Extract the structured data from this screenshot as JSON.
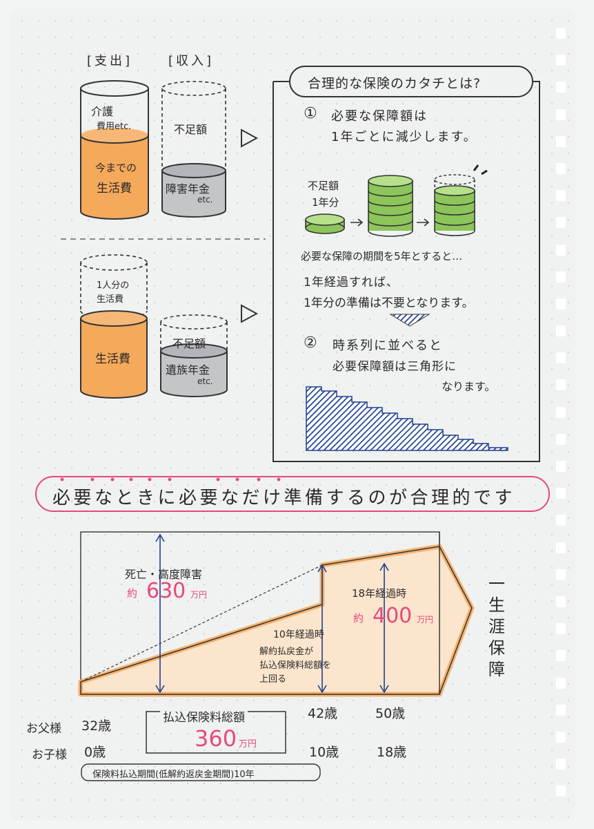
{
  "top_left": {
    "header_expense": "[支出]",
    "header_income": "[収入]",
    "jar_care_line1": "介護",
    "jar_care_line2": "費用etc.",
    "jar_living_line1": "今までの",
    "jar_living_line2": "生活費",
    "jar_shortfall": "不足額",
    "jar_pension_line1": "障害年金",
    "jar_pension_line2": "etc."
  },
  "bottom_left": {
    "jar_oneperson_line1": "1人分の",
    "jar_oneperson_line2": "生活費",
    "jar_living": "生活費",
    "jar_shortfall": "不足額",
    "jar_survivor_line1": "遺族年金",
    "jar_survivor_line2": "etc."
  },
  "panel": {
    "title": "合理的な保険のカタチとは?",
    "point1_num": "①",
    "point1_line1": "必要な保障額は",
    "point1_line2": "1年ごとに減少します。",
    "shortfall_label_line1": "不足額",
    "shortfall_label_line2": "1年分",
    "period_line1": "必要な保障の期間を5年とすると…",
    "period_line2": "1年経過すれば、",
    "period_line3": "1年分の準備は不要となります。",
    "point2_num": "②",
    "point2_line1": "時系列に並べると",
    "point2_line2": "必要保障額は三角形に",
    "point2_line3": "なります。"
  },
  "banner": {
    "text": "必要なときに必要なだけ準備するのが合理的です"
  },
  "bottom_chart": {
    "death_label": "死亡・高度障害",
    "death_prefix": "約",
    "death_amount": "630",
    "death_unit": "万円",
    "yr18_label": "18年経過時",
    "yr18_prefix": "約",
    "yr18_amount": "400",
    "yr18_unit": "万円",
    "yr10_line1": "10年経過時",
    "yr10_line2": "解約払戻金が",
    "yr10_line3": "払込保険料総額を",
    "yr10_line4": "上回る",
    "lifelong": "一生涯保障",
    "father_label": "お父様",
    "father_age": "32歳",
    "child_label": "お子様",
    "child_age": "0歳",
    "father_42": "42歳",
    "father_50": "50歳",
    "child_10": "10歳",
    "child_18": "18歳",
    "premium_label": "払込保険料総額",
    "premium_amount": "360",
    "premium_unit": "万円",
    "period_note": "保険料払込期間(低解約返戻金期間)10年"
  }
}
